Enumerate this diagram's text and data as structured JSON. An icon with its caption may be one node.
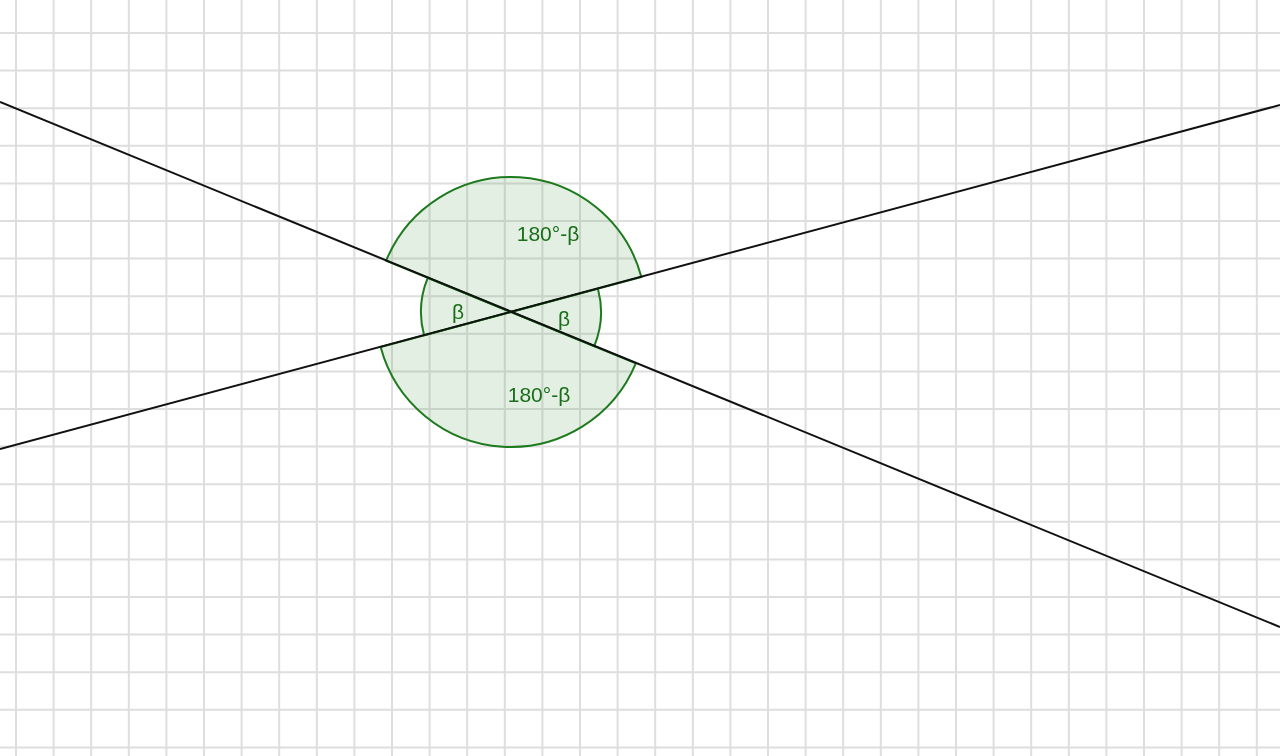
{
  "diagram": {
    "labels": [
      "180°-β",
      "β",
      "β",
      "180°-β"
    ]
  }
}
